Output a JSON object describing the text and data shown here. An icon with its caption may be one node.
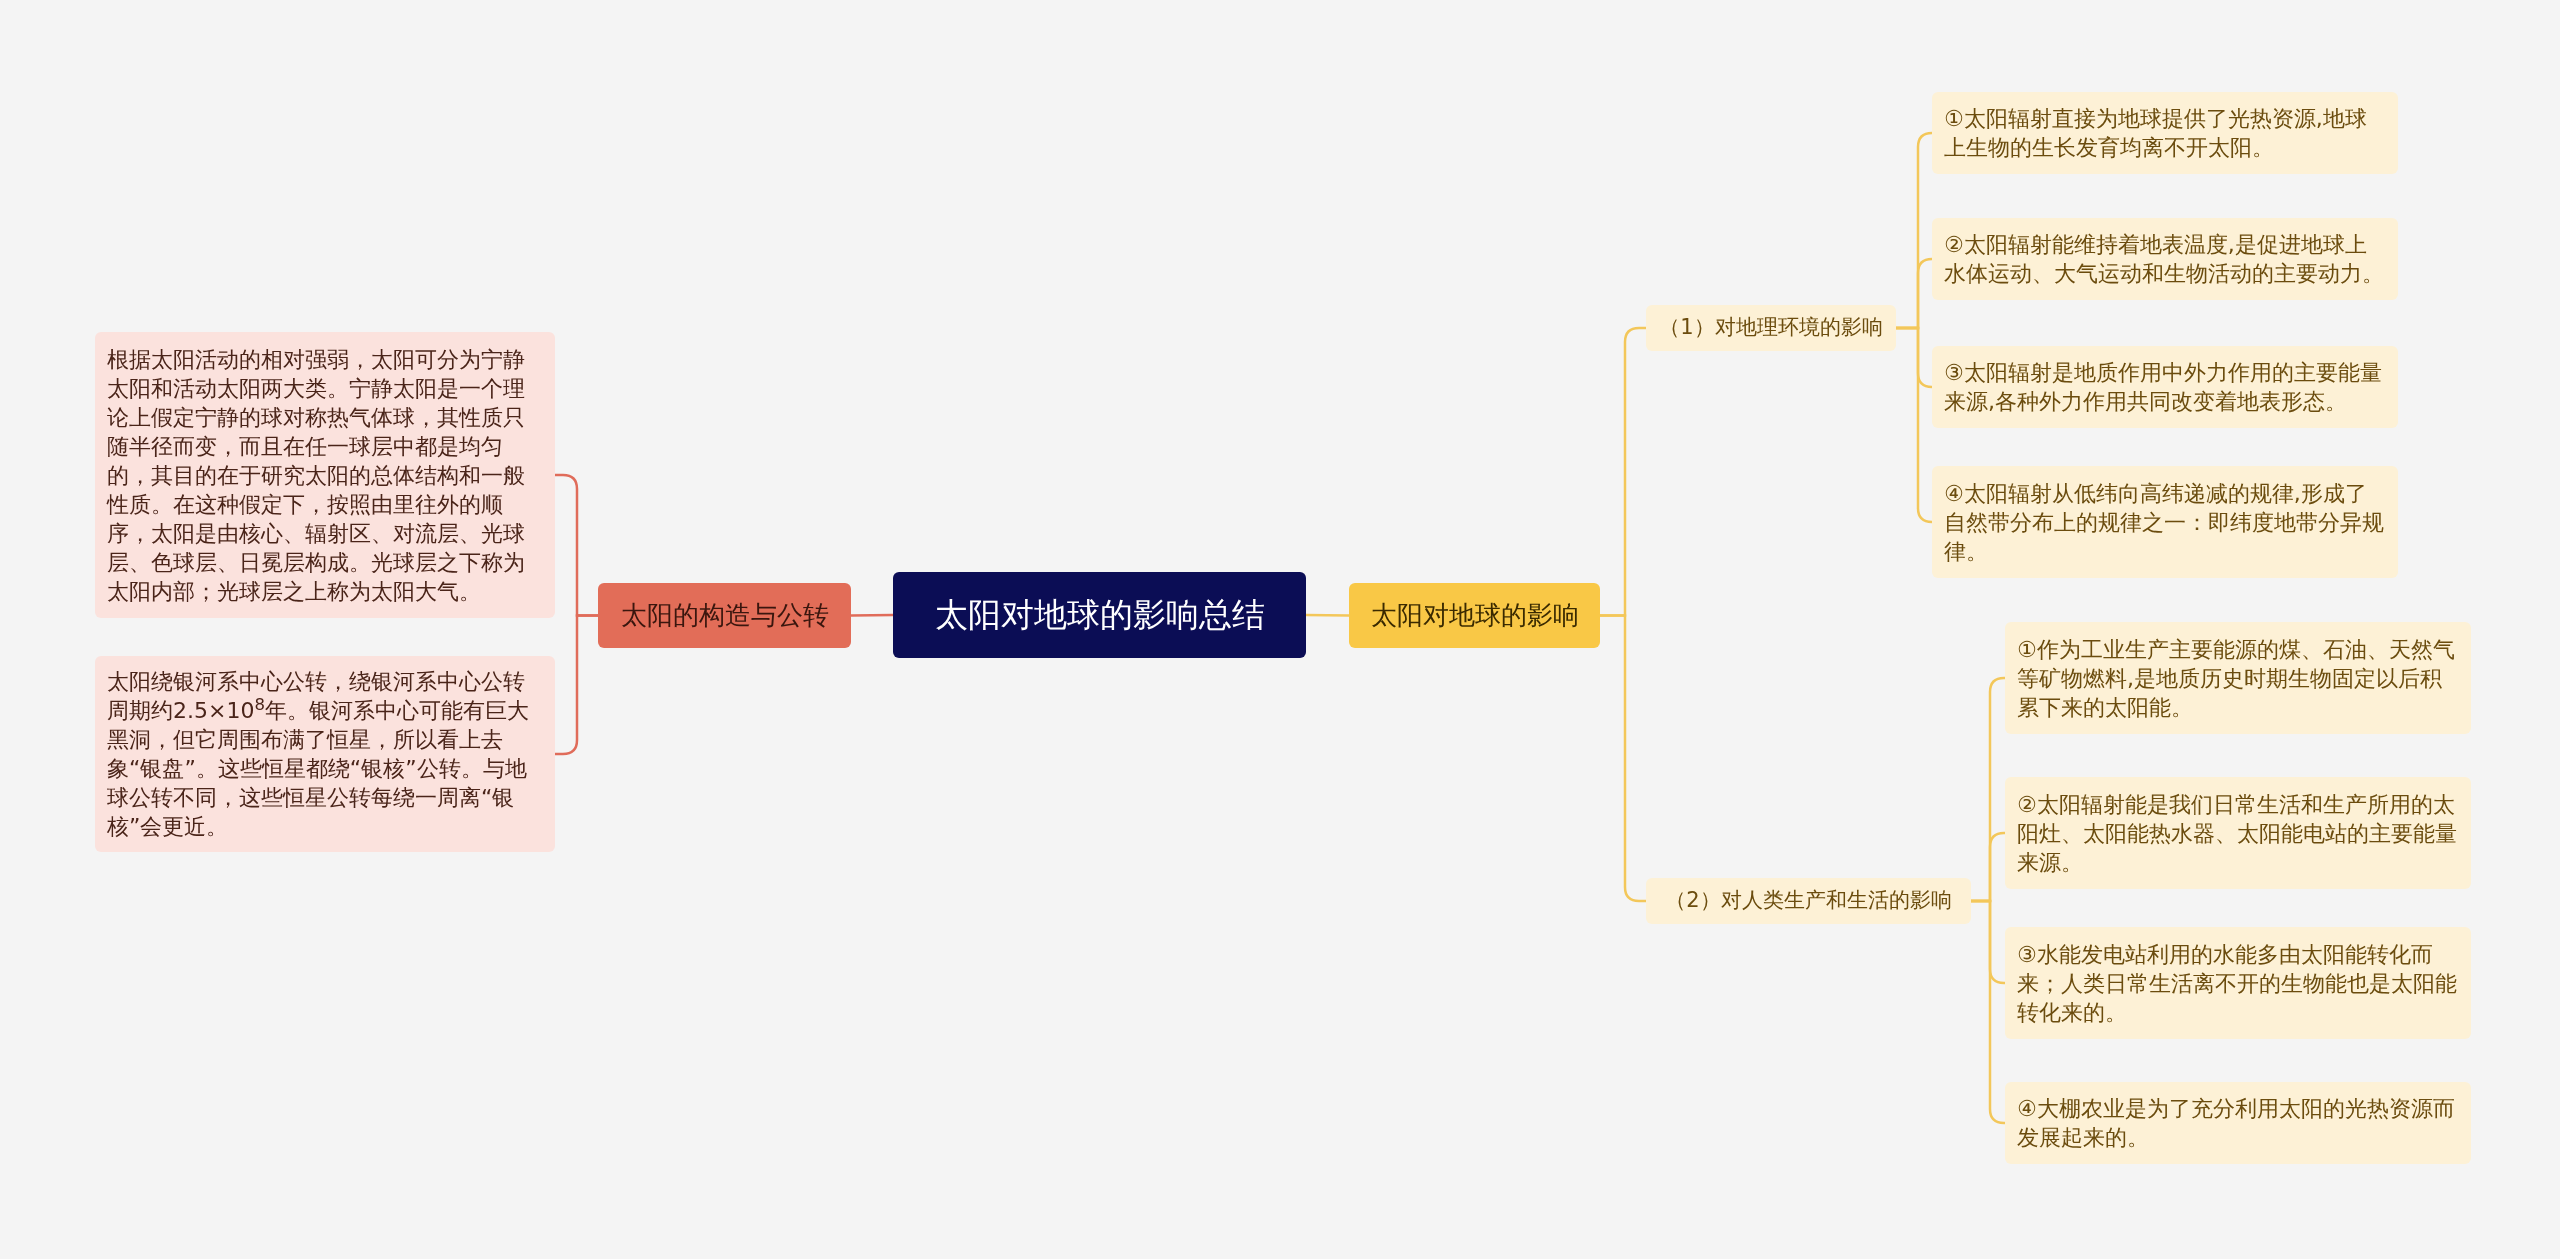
{
  "diagram": {
    "nodes": [
      {
        "text": [
          "太阳对地球的影响总结"
        ]
      },
      {
        "text": [
          "太阳的构造与公转"
        ]
      },
      {
        "text": [
          "根据太阳活动的相对强弱，太阳可分为宁静太阳和活动太阳两大类。宁静太阳是一个理论上假定宁静的球对称热气体球，其性质只随半径而变，而且在任一球层中都是均匀的，其目的在于研究太阳的总体结构和一般性质。在这种假定下，按照由里往外的顺序，太阳是由核心、辐射区、对流层、光球层、色球层、日冕层构成。光球层之下称为太阳内部；光球层之上称为太阳大气。"
        ]
      },
      {
        "text": [
          "太阳绕银河系中心公转，绕银河系中心公转周期约2.5×10$^{8}$年。银河系中心可能有巨大黑洞，但它周围布满了恒星，所以看上去象“银盘”。这些恒星都绕“银核”公转。与地球公转不同，这些恒星公转每绕一周离“银核”会更近。"
        ]
      },
      {
        "text": [
          "太阳对地球的影响"
        ]
      },
      {
        "text": [
          "（1）对地理环境的影响"
        ]
      },
      {
        "text": [
          "①太阳辐射直接为地球提供了光热资源,地球上生物的生长发育均离不开太阳。"
        ]
      },
      {
        "text": [
          "②太阳辐射能维持着地表温度,是促进地球上水体运动、大气运动和生物活动的主要动力。"
        ]
      },
      {
        "text": [
          "③太阳辐射是地质作用中外力作用的主要能量来源,各种外力作用共同改变着地表形态。"
        ]
      },
      {
        "text": [
          "④太阳辐射从低纬向高纬递减的规律,形成了自然带分布上的规律之一：即纬度地带分异规律。"
        ]
      },
      {
        "text": [
          "（2）对人类生产和生活的影响"
        ]
      },
      {
        "text": [
          "①作为工业生产主要能源的煤、石油、天然气等矿物燃料,是地质历史时期生物固定以后积累下来的太阳能。"
        ]
      },
      {
        "text": [
          "②太阳辐射能是我们日常生活和生产所用的太阳灶、太阳能热水器、太阳能电站的主要能量来源。"
        ]
      },
      {
        "text": [
          "③水能发电站利用的水能多由太阳能转化而来；人类日常生活离不开的生物能也是太阳能转化来的。"
        ]
      },
      {
        "text": [
          "④大棚农业是为了充分利用太阳的光热资源而发展起来的。"
        ]
      }
    ],
    "edges": [
      {
        "from": 0,
        "to": 1,
        "arrow": "none",
        "color": "#e06c5a"
      },
      {
        "from": 1,
        "to": 2,
        "arrow": "none",
        "color": "#e06c5a"
      },
      {
        "from": 1,
        "to": 3,
        "arrow": "none",
        "color": "#e06c5a"
      },
      {
        "from": 0,
        "to": 4,
        "arrow": "none"
      },
      {
        "from": 4,
        "to": 5,
        "arrow": "none"
      },
      {
        "from": 4,
        "to": 10,
        "arrow": "none"
      },
      {
        "from": 5,
        "to": 6,
        "arrow": "none"
      },
      {
        "from": 5,
        "to": 7,
        "arrow": "none"
      },
      {
        "from": 5,
        "to": 8,
        "arrow": "none"
      },
      {
        "from": 5,
        "to": 9,
        "arrow": "none"
      },
      {
        "from": 10,
        "to": 11,
        "arrow": "none"
      },
      {
        "from": 10,
        "to": 12,
        "arrow": "none"
      },
      {
        "from": 10,
        "to": 13,
        "arrow": "none"
      },
      {
        "from": 10,
        "to": 14,
        "arrow": "none"
      }
    ]
  }
}
